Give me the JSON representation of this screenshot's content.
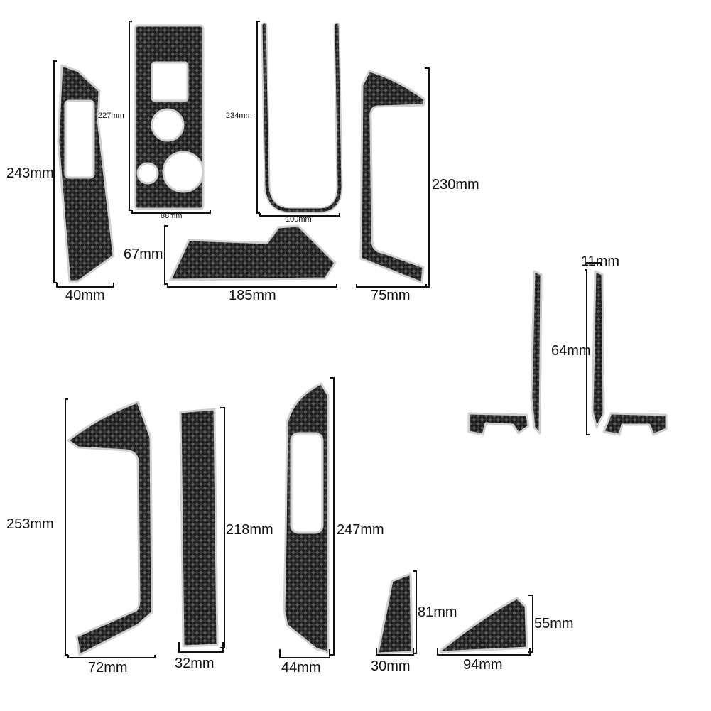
{
  "colors": {
    "carbon_dark": "#1b1b1b",
    "carbon_light": "#6a6a6a",
    "trim": "#cfcfcf",
    "dimension_line": "#111111",
    "background": "#ffffff"
  },
  "labels": {
    "p1_height": "243mm",
    "p1_width": "40mm",
    "p2_height": "227mm",
    "p2_width": "88mm",
    "p3_height": "234mm",
    "p3_width": "100mm",
    "p4_height": "230mm",
    "p4_width": "75mm",
    "p5_height": "67mm",
    "p5_width": "185mm",
    "p6_width": "11mm",
    "p6_height": "64mm",
    "p7_height": "253mm",
    "p7_width": "72mm",
    "p8_height": "218mm",
    "p8_width": "32mm",
    "p9_height": "247mm",
    "p9_width": "44mm",
    "p10_height": "81mm",
    "p10_width": "30mm",
    "p11_height": "55mm",
    "p11_width": "94mm"
  }
}
